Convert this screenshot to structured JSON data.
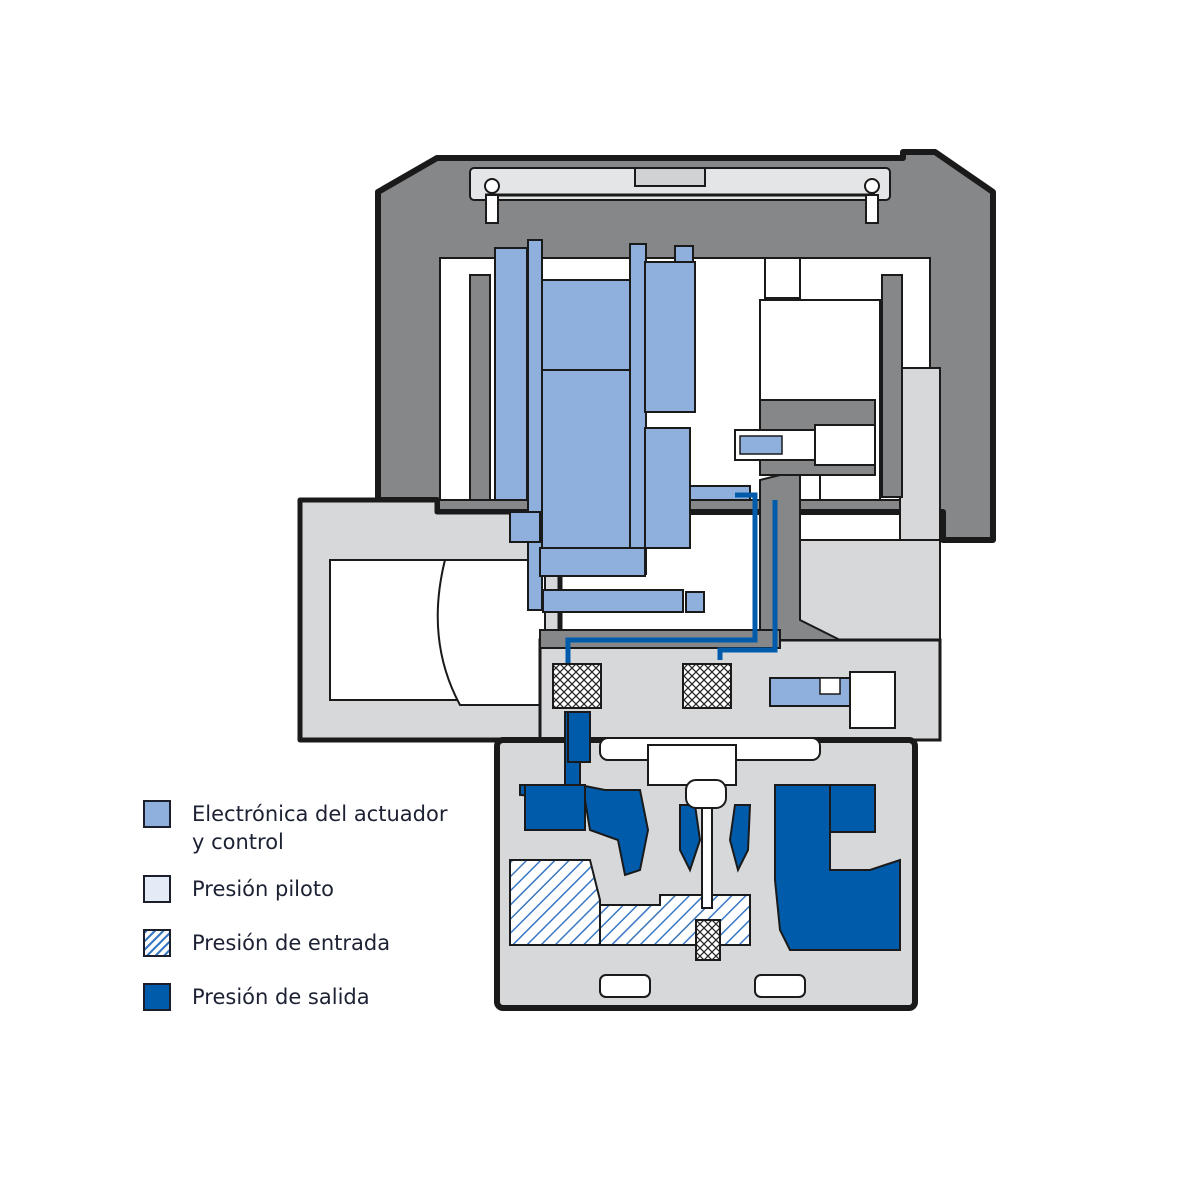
{
  "colors": {
    "housing": "#858789",
    "housing_outline": "#1a1a1a",
    "body": "#d6d8da",
    "electronics": "#8fb0dc",
    "pilot": "#e3ebf6",
    "inlet_hatch": "#3a78c2",
    "outlet": "#005bab",
    "cavity": "#ffffff"
  },
  "legend": [
    {
      "label_lines": [
        "Electrónica del actuador",
        "y control"
      ],
      "swatch": "electronics"
    },
    {
      "label_lines": [
        "Presión piloto"
      ],
      "swatch": "pilot"
    },
    {
      "label_lines": [
        "Presión de entrada"
      ],
      "swatch": "inlet-hatch"
    },
    {
      "label_lines": [
        "Presión de salida"
      ],
      "swatch": "outlet"
    }
  ]
}
